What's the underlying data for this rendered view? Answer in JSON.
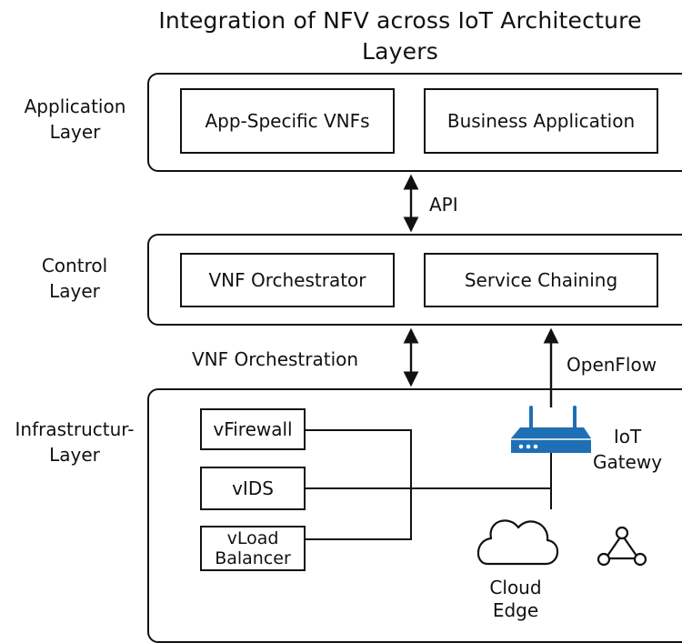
{
  "title": "Integration of NFV across IoT Architecture Layers",
  "layers": {
    "application": {
      "label": "Application Layer",
      "boxes": [
        "App-Specific VNFs",
        "Business Application"
      ]
    },
    "control": {
      "label": "Control Layer",
      "boxes": [
        "VNF Orchestrator",
        "Service Chaining"
      ]
    },
    "infrastructure": {
      "label": "Infrastructur- Layer",
      "functions": [
        "vFirewall",
        "vIDS",
        "vLoad Balancer"
      ],
      "gateway_label": "IoT Gatewy",
      "cloud_label": "Cloud Edge"
    }
  },
  "connectors": {
    "api": "API",
    "vnf_orchestration": "VNF Orchestration",
    "openflow": "OpenFlow"
  },
  "icons": {
    "gateway": "router-icon",
    "cloud": "cloud-icon",
    "network": "network-triangle-icon",
    "gateway_color": "#1f6fb4"
  }
}
